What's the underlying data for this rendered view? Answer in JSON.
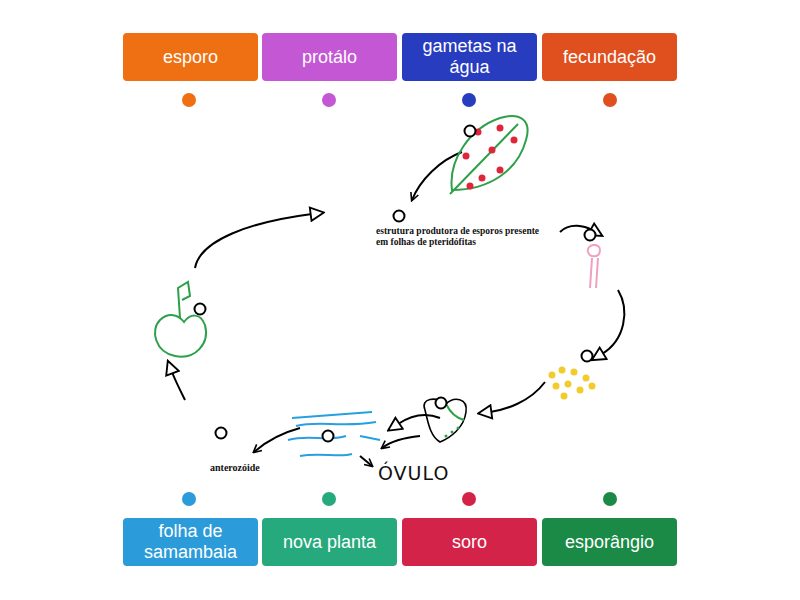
{
  "diagram": {
    "nodes": [
      {
        "text": [
          "esporo"
        ]
      },
      {
        "text": [
          "protálo"
        ]
      },
      {
        "text": [
          "gametas na água"
        ]
      },
      {
        "text": [
          "fecundação"
        ]
      },
      {
        "text": [
          "folha de samambaia"
        ]
      },
      {
        "text": [
          "nova planta"
        ]
      },
      {
        "text": [
          "soro"
        ]
      },
      {
        "text": [
          "esporângio"
        ]
      }
    ],
    "labels": [
      "estrutura produtora de esporos presente em folhas de pteridófitas",
      "anterozóide",
      "ÓVULO"
    ]
  }
}
